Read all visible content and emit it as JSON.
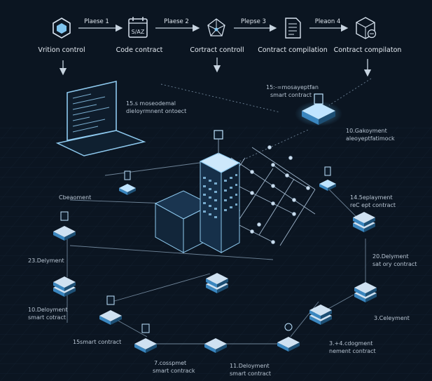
{
  "pipeline": {
    "stages": [
      {
        "label": "Vrition control",
        "icon": "hexagon-box-icon"
      },
      {
        "label": "Code contract",
        "icon": "calendar-code-icon",
        "glyph": "S/AZ"
      },
      {
        "label": "Cortract controll",
        "icon": "network-node-icon"
      },
      {
        "label": "Contract compilation",
        "icon": "document-icon"
      },
      {
        "label": "Contract compilaton",
        "icon": "cube-settings-icon"
      }
    ],
    "phases": [
      "Plaese 1",
      "Plaese 2",
      "Plepse 3",
      "Pleaon 4"
    ]
  },
  "labels": {
    "top_laptop": [
      "15.s moseodemal",
      "dieloyrmnent ontoect"
    ],
    "top_right": [
      "15:-=mosayeptfan",
      "smart contract"
    ],
    "right_under": [
      "10.Gakoyment",
      "aleoyeptfatimock"
    ],
    "left_deployment": "Cbeaoment",
    "right_upper": [
      "14.5eplayment",
      "reC ept contract"
    ],
    "left_middle": "23.Delyment",
    "right_middle": [
      "20.Delyment",
      "sat ory contract"
    ],
    "left_lower": [
      "10.Deloyment",
      "smart cotract"
    ],
    "right_lower": "3.Celeyment",
    "left_bottom": "15smart contract",
    "right_bottom": [
      "3.+4.cdogment",
      "nement contract"
    ],
    "bottom_center_left": [
      "7.cosspmet",
      "smart contrack"
    ],
    "bottom_center_right": [
      "11.Deloyment",
      "smart contract"
    ]
  },
  "colors": {
    "background": "#0b1521",
    "line": "#8fa8bf",
    "node": "#4aa8e0",
    "node_light": "#bfe4ff",
    "grid": "#1b2a3a"
  }
}
